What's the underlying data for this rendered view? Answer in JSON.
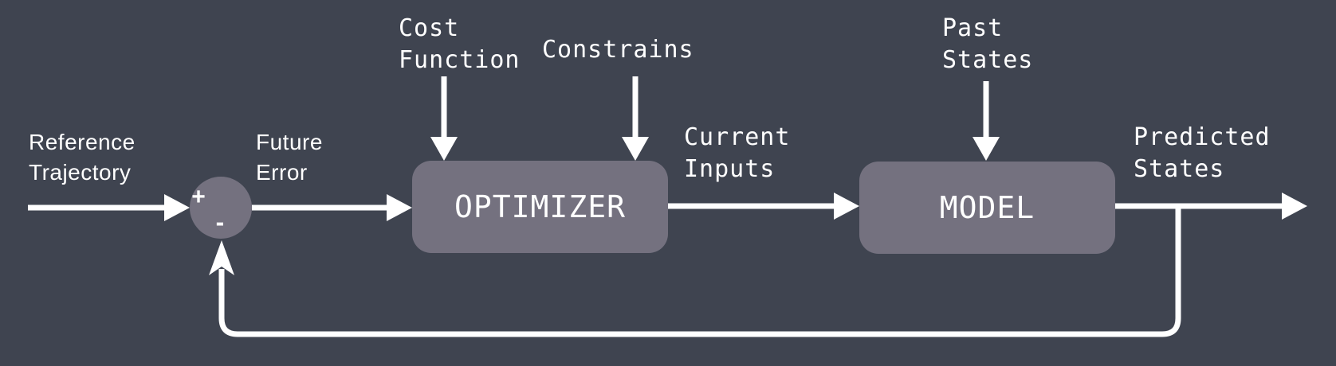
{
  "diagram": {
    "type": "control-loop-block-diagram",
    "colors": {
      "background": "#3f4450",
      "node_fill": "#74717f",
      "line": "#ffffff",
      "text": "#ffffff"
    },
    "nodes": {
      "sum_junction": {
        "plus": "+",
        "minus": "-"
      },
      "optimizer": {
        "label": "OPTIMIZER"
      },
      "model": {
        "label": "MODEL"
      }
    },
    "labels": {
      "reference_trajectory": "Reference\nTrajectory",
      "future_error": "Future\nError",
      "cost_function": "Cost\nFunction",
      "constrains": "Constrains",
      "current_inputs": "Current\nInputs",
      "past_states": "Past\nStates",
      "predicted_states": "Predicted\nStates"
    }
  }
}
